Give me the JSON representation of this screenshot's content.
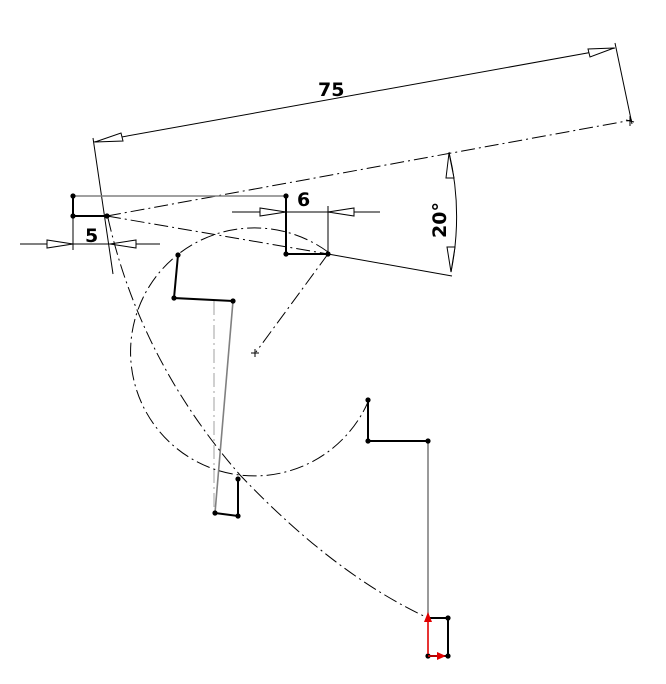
{
  "dimensions": {
    "length": "75",
    "angle": "20°",
    "offset_right": "6",
    "offset_left": "5"
  },
  "colors": {
    "geometry": "#000000",
    "reference": "#808080",
    "origin_axis": "#e00000"
  },
  "icons": {
    "origin": "origin-axes-icon"
  }
}
